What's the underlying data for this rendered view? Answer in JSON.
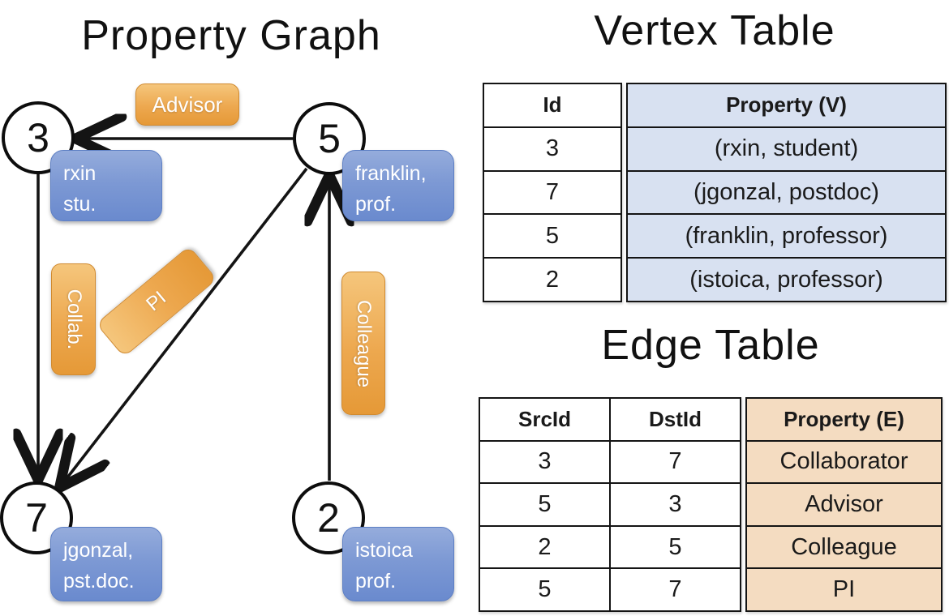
{
  "graph": {
    "title": "Property Graph",
    "nodes": [
      {
        "id": "3",
        "prop_line1": "rxin",
        "prop_line2": "stu."
      },
      {
        "id": "5",
        "prop_line1": "franklin,",
        "prop_line2": "prof."
      },
      {
        "id": "7",
        "prop_line1": "jgonzal,",
        "prop_line2": "pst.doc."
      },
      {
        "id": "2",
        "prop_line1": "istoica",
        "prop_line2": "prof."
      }
    ],
    "edge_labels": {
      "advisor": "Advisor",
      "collab": "Collab.",
      "pi": "PI",
      "colleague": "Colleague"
    }
  },
  "vertex_table": {
    "title": "Vertex Table",
    "columns": {
      "id": "Id",
      "property": "Property (V)"
    },
    "rows": [
      {
        "id": "3",
        "property": "(rxin, student)"
      },
      {
        "id": "7",
        "property": "(jgonzal, postdoc)"
      },
      {
        "id": "5",
        "property": "(franklin, professor)"
      },
      {
        "id": "2",
        "property": "(istoica, professor)"
      }
    ]
  },
  "edge_table": {
    "title": "Edge Table",
    "columns": {
      "src": "SrcId",
      "dst": "DstId",
      "property": "Property (E)"
    },
    "rows": [
      {
        "src": "3",
        "dst": "7",
        "property": "Collaborator"
      },
      {
        "src": "5",
        "dst": "3",
        "property": "Advisor"
      },
      {
        "src": "2",
        "dst": "5",
        "property": "Colleague"
      },
      {
        "src": "5",
        "dst": "7",
        "property": "PI"
      }
    ]
  },
  "colors": {
    "edge_label_orange_top": "#f5c67c",
    "edge_label_orange_bottom": "#e59937",
    "vertex_prop_blue_top": "#95acdc",
    "vertex_prop_blue_bottom": "#6a8ace",
    "vertex_table_property_fill": "#d8e1f1",
    "edge_table_property_fill": "#f4dcc1",
    "line_color": "#141414"
  }
}
